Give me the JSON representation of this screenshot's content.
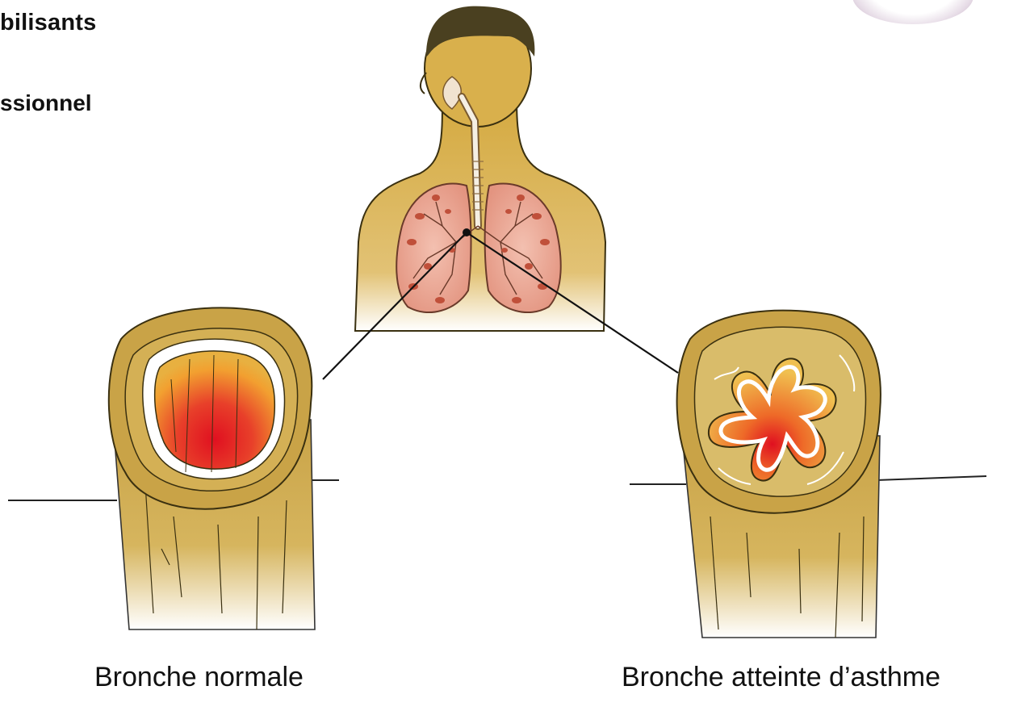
{
  "slide": {
    "heading_line1": "bilisants",
    "heading_line2": "ssionnel"
  },
  "captions": {
    "left": "Bronche normale",
    "right": "Bronche atteinte d’asthme"
  },
  "colors": {
    "skin": "#d8b04a",
    "hair": "#4a4020",
    "lung": "#e8a090",
    "lung_spot": "#c0503a",
    "bronchus_wall": "#c9a347",
    "inflamed": "#e0202a",
    "lumen_warm": "#f2a020"
  }
}
